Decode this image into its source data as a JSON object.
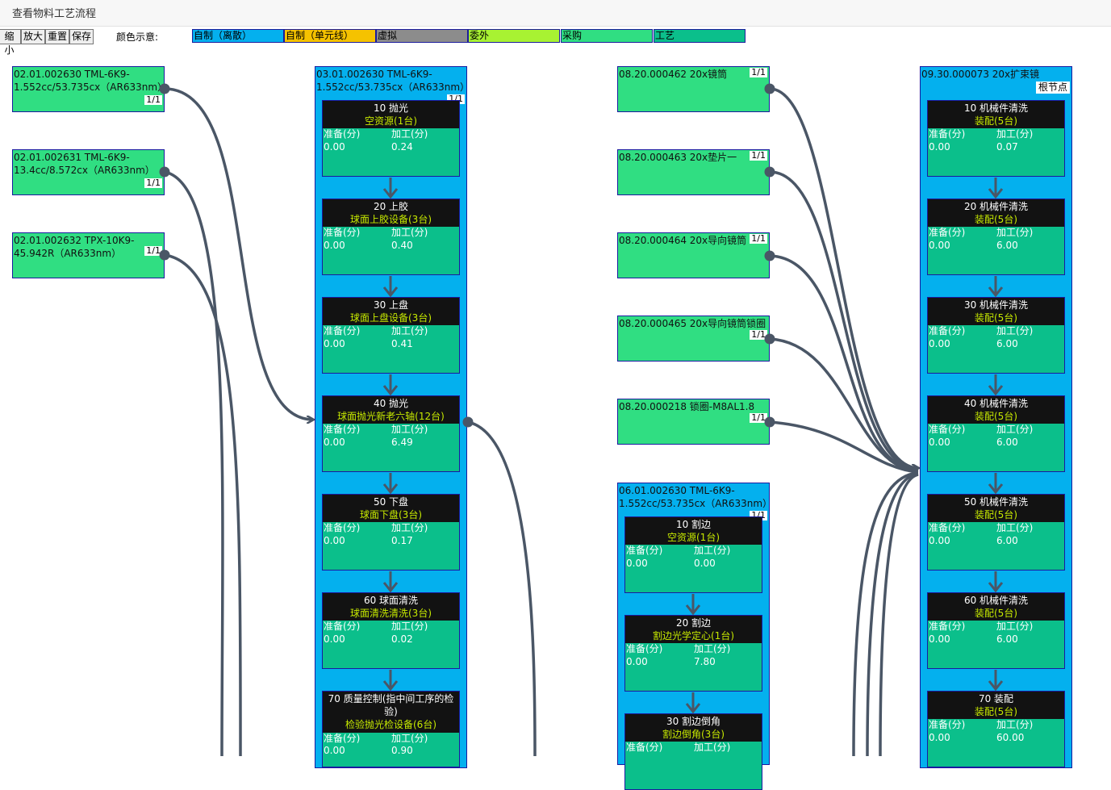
{
  "window_title": "查看物料工艺流程",
  "toolbar": {
    "zoom_out": "缩小",
    "zoom_in": "放大",
    "reset": "重置",
    "save": "保存"
  },
  "legend": {
    "label": "颜色示意:",
    "items": [
      {
        "text": "自制（离散）",
        "color": "#04b0ee"
      },
      {
        "text": "自制（单元线）",
        "color": "#f5c200"
      },
      {
        "text": "虚拟",
        "color": "#8c8c8c"
      },
      {
        "text": "委外",
        "color": "#a8f232"
      },
      {
        "text": "采购",
        "color": "#30de82"
      },
      {
        "text": "工艺",
        "color": "#0bbf8b"
      }
    ]
  },
  "labels": {
    "prep": "准备(分)",
    "proc": "加工(分)",
    "root": "根节点"
  },
  "materials": {
    "m1": {
      "name": "02.01.002630 TML-6K9-\n1.552cc/53.735cx（AR633nm）",
      "qty": "1/1"
    },
    "m2": {
      "name": "02.01.002631 TML-6K9-\n13.4cc/8.572cx（AR633nm）",
      "qty": "1/1"
    },
    "m3": {
      "name": "02.01.002632 TPX-10K9-\n45.942R（AR633nm）",
      "qty": "1/1"
    },
    "p1": {
      "name": "08.20.000462 20x镜筒",
      "qty": "1/1"
    },
    "p2": {
      "name": "08.20.000463 20x垫片一",
      "qty": "1/1"
    },
    "p3": {
      "name": "08.20.000464 20x导向镜筒",
      "qty": "1/1"
    },
    "p4": {
      "name": "08.20.000465 20x导向镜筒锁圈",
      "qty": "1/1"
    },
    "p5": {
      "name": "08.20.000218 锁圈-M8AL1.8",
      "qty": "1/1"
    }
  },
  "groups": {
    "g1": {
      "name": "03.01.002630 TML-6K9-\n1.552cc/53.735cx（AR633nm）",
      "qty": "1/1",
      "steps": [
        {
          "name": "10 抛光",
          "machine": "空资源(1台)",
          "prep": "0.00",
          "proc": "0.24"
        },
        {
          "name": "20 上胶",
          "machine": "球面上胶设备(3台)",
          "prep": "0.00",
          "proc": "0.40"
        },
        {
          "name": "30 上盘",
          "machine": "球面上盘设备(3台)",
          "prep": "0.00",
          "proc": "0.41"
        },
        {
          "name": "40 抛光",
          "machine": "球面抛光新老六轴(12台)",
          "prep": "0.00",
          "proc": "6.49"
        },
        {
          "name": "50 下盘",
          "machine": "球面下盘(3台)",
          "prep": "0.00",
          "proc": "0.17"
        },
        {
          "name": "60 球面清洗",
          "machine": "球面清洗清洗(3台)",
          "prep": "0.00",
          "proc": "0.02"
        },
        {
          "name": "70 质量控制(指中间工序的检验)",
          "machine": "检验抛光检设备(6台)",
          "prep": "0.00",
          "proc": "0.90"
        }
      ]
    },
    "g2": {
      "name": "06.01.002630 TML-6K9-\n1.552cc/53.735cx（AR633nm）",
      "qty": "1/1",
      "steps": [
        {
          "name": "10 割边",
          "machine": "空资源(1台)",
          "prep": "0.00",
          "proc": "0.00"
        },
        {
          "name": "20 割边",
          "machine": "割边光学定心(1台)",
          "prep": "0.00",
          "proc": "7.80"
        },
        {
          "name": "30 割边倒角",
          "machine": "割边倒角(3台)",
          "prep": "",
          "proc": ""
        }
      ]
    },
    "g3": {
      "name": "09.30.000073 20x扩束镜",
      "steps": [
        {
          "name": "10 机械件清洗",
          "machine": "装配(5台)",
          "prep": "0.00",
          "proc": "0.07"
        },
        {
          "name": "20 机械件清洗",
          "machine": "装配(5台)",
          "prep": "0.00",
          "proc": "6.00"
        },
        {
          "name": "30 机械件清洗",
          "machine": "装配(5台)",
          "prep": "0.00",
          "proc": "6.00"
        },
        {
          "name": "40 机械件清洗",
          "machine": "装配(5台)",
          "prep": "0.00",
          "proc": "6.00"
        },
        {
          "name": "50 机械件清洗",
          "machine": "装配(5台)",
          "prep": "0.00",
          "proc": "6.00"
        },
        {
          "name": "60 机械件清洗",
          "machine": "装配(5台)",
          "prep": "0.00",
          "proc": "6.00"
        },
        {
          "name": "70 装配",
          "machine": "装配(5台)",
          "prep": "0.00",
          "proc": "60.00"
        }
      ]
    }
  }
}
